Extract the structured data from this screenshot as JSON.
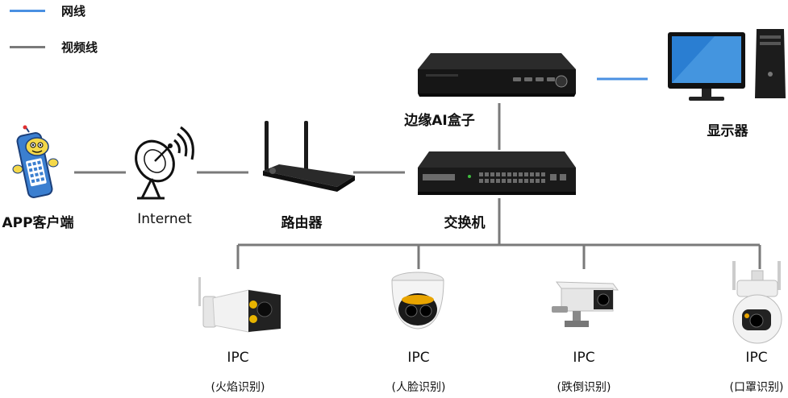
{
  "legend": [
    {
      "label": "网线",
      "color": "#4a90e2"
    },
    {
      "label": "视频线",
      "color": "#7a7a7a"
    }
  ],
  "nodes": {
    "app": "APP客户端",
    "internet": "Internet",
    "router": "路由器",
    "edge_box": "边缘AI盒子",
    "switch": "交换机",
    "monitor": "显示器"
  },
  "cameras": [
    {
      "label": "IPC",
      "sub": "(火焰识别)"
    },
    {
      "label": "IPC",
      "sub": "(人脸识别)"
    },
    {
      "label": "IPC",
      "sub": "(跌倒识别)"
    },
    {
      "label": "IPC",
      "sub": "(口罩识别)"
    }
  ],
  "colors": {
    "network_line": "#4a90e2",
    "video_line": "#7a7a7a"
  }
}
